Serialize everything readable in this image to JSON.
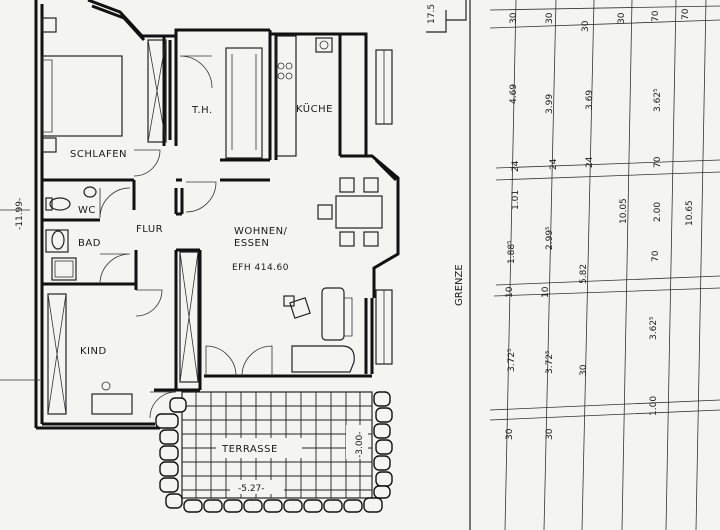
{
  "rooms": {
    "schlafen": "SCHLAFEN",
    "th": "T.H.",
    "kueche": "KÜCHE",
    "wc": "WC",
    "flur": "FLUR",
    "bad": "BAD",
    "wohnen_line1": "WOHNEN/",
    "wohnen_line2": "ESSEN",
    "efh": "EFH 414.60",
    "kind": "KIND",
    "terrasse": "TERRASSE"
  },
  "plan_dims": {
    "left_total": "-11.99-",
    "terrace_width": "-5.27-",
    "terrace_depth": "-3.00-",
    "top_offset": "17.5"
  },
  "boundary_label": "GRENZE",
  "dim_col_a": [
    "30",
    "4.69",
    "24",
    "1.01",
    "1.88⁵",
    "10",
    "3.72⁵",
    "30"
  ],
  "dim_col_b": [
    "30",
    "3.99",
    "24",
    "2.99⁵",
    "10",
    "3.72⁵",
    "30"
  ],
  "dim_col_c": [
    "30",
    "3.69",
    "24",
    "5.82",
    "30"
  ],
  "dim_col_d": [
    "30",
    "10.05"
  ],
  "dim_col_e": [
    "70",
    "3.62⁵",
    "70",
    "2.00",
    "70",
    "3.62⁵",
    "1.00"
  ],
  "dim_col_f": [
    "70",
    "10.65"
  ]
}
